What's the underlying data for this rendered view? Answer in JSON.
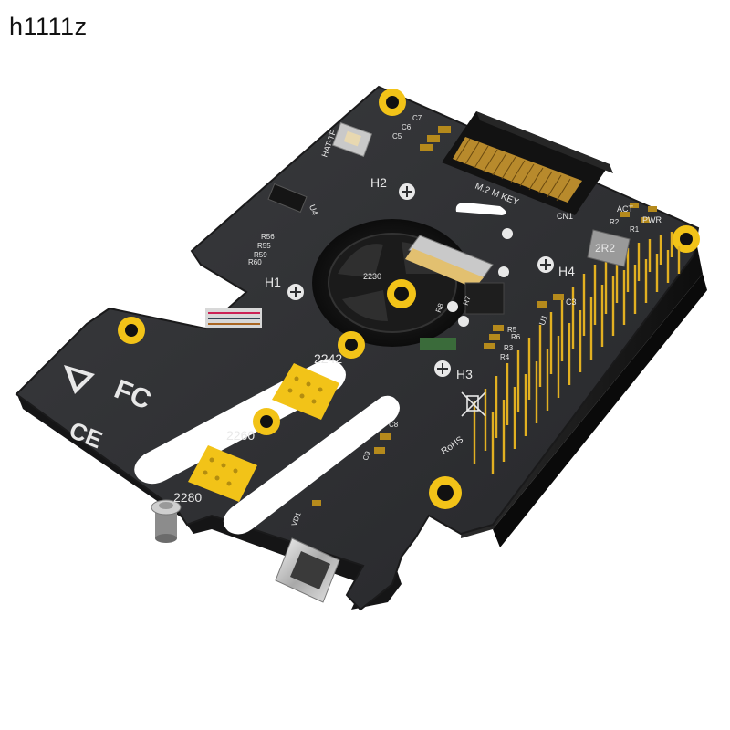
{
  "watermark": "h1111z",
  "board": {
    "colors": {
      "pcb": "#2e2f31",
      "pcb_edge": "#1a1a1b",
      "gold": "#f2c318",
      "hole": "#111111"
    },
    "silk": {
      "tf_label": "HAT-TF",
      "m2_key": "M.2  M  KEY",
      "cn1": "CN1",
      "h1": "H1",
      "h2": "H2",
      "h3": "H3",
      "h4": "H4",
      "size_2230": "2230",
      "size_2242": "2242",
      "size_2260": "2260",
      "size_2280": "2280",
      "act": "ACT",
      "pwr": "PWR",
      "r1": "R1",
      "r2": "R2",
      "inductor": "2R2",
      "c3": "C3",
      "u1": "U1",
      "u4": "U4",
      "r3": "R3",
      "r4": "R4",
      "r5": "R5",
      "r6": "R6",
      "r8": "R8",
      "r7": "R7",
      "r55": "R55",
      "r56": "R56",
      "r59": "R59",
      "r60": "R60",
      "c5": "C5",
      "c6": "C6",
      "c7": "C7",
      "c8": "C8",
      "c9": "C9",
      "vd1": "VD1",
      "rohs": "RoHS",
      "fc": "FC",
      "ce": "CE"
    }
  }
}
